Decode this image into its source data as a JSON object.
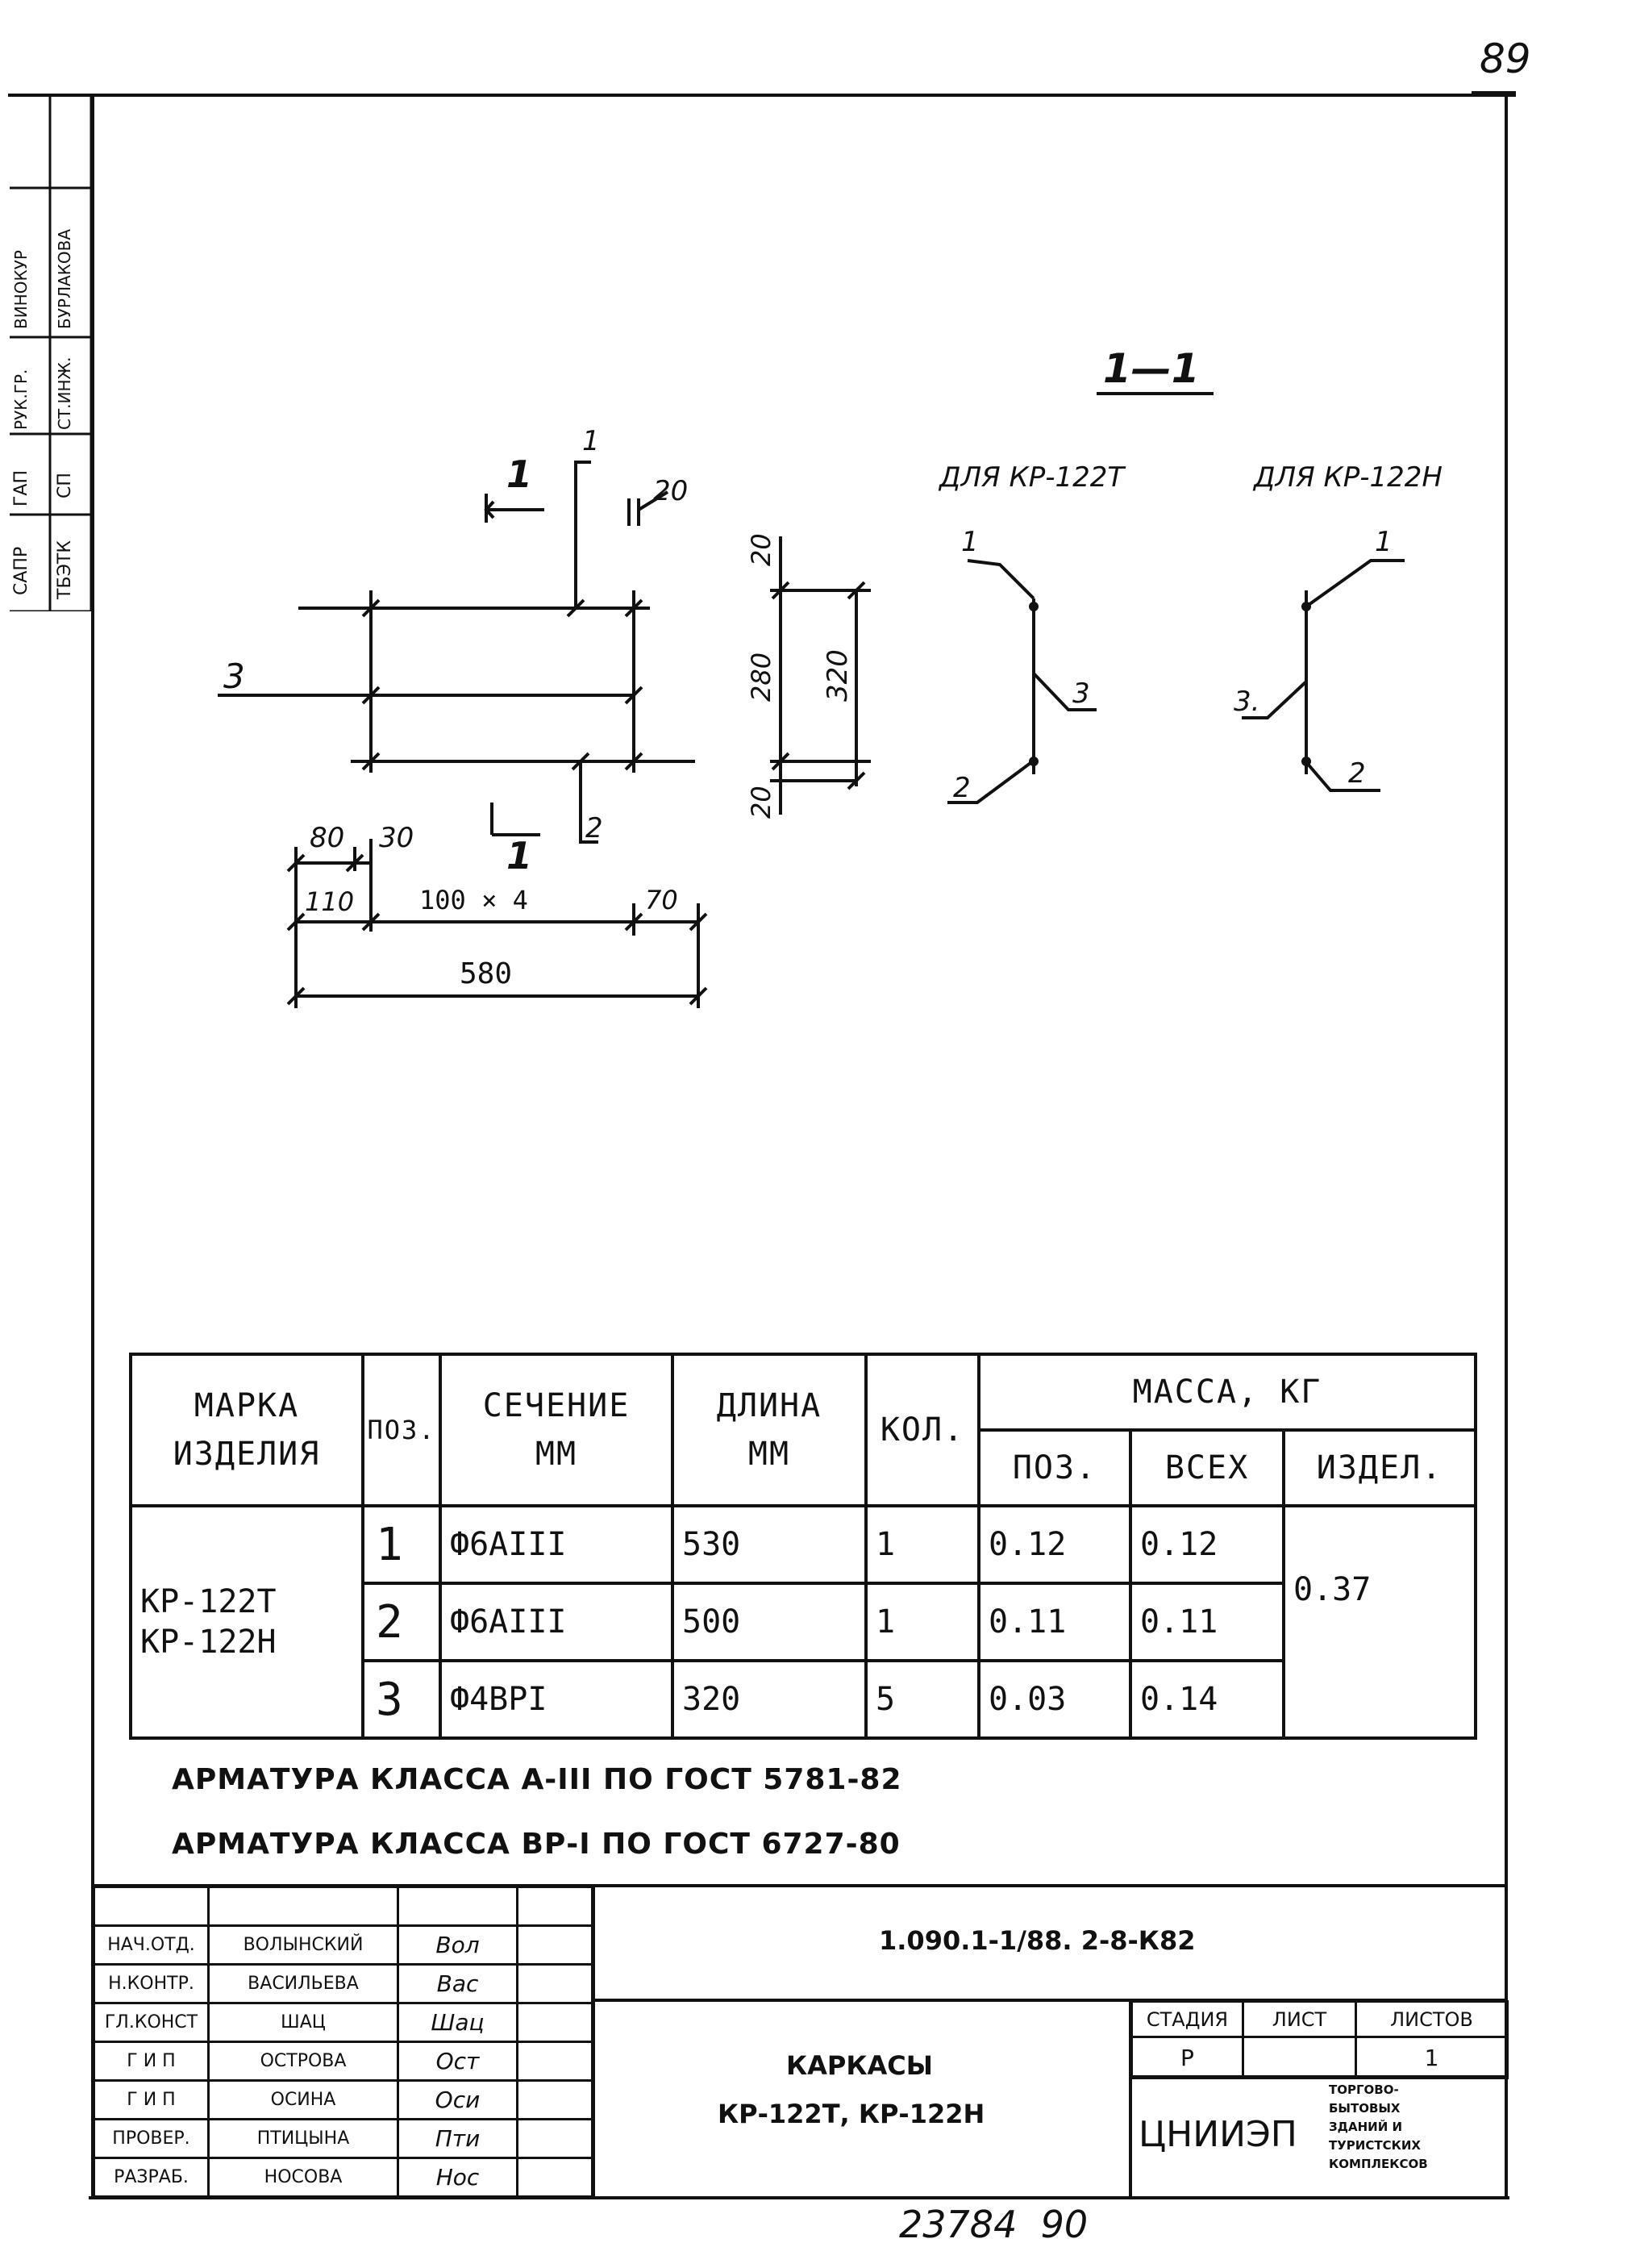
{
  "page_number": "89",
  "side_stamp": {
    "col1": [
      "САПР",
      "ТБЭТК"
    ],
    "col1b": [
      "ГАП",
      "СП"
    ],
    "col1c": [
      "РУК.ГР.",
      "СТ.ИНЖ."
    ],
    "col1d": [
      "ВИНОКУР",
      "БУРЛАКОВА"
    ]
  },
  "section_title": "1—1",
  "plan": {
    "label_3": "3",
    "label_1": "1",
    "label_2": "2",
    "cut_mark_top": "1",
    "cut_mark_bottom": "1",
    "dim_20_top": "20",
    "dim_80": "80",
    "dim_30": "30",
    "dim_110": "110",
    "dim_100x4": "100 × 4",
    "dim_70": "70",
    "dim_580": "580"
  },
  "elevation": {
    "dim_20_top": "20",
    "dim_280": "280",
    "dim_320": "320",
    "dim_20_bottom": "20"
  },
  "variants": [
    {
      "title": "ДЛЯ КР-122Т",
      "labels": [
        "1",
        "3",
        "2"
      ]
    },
    {
      "title": "ДЛЯ КР-122Н",
      "labels": [
        "1",
        "3.",
        "2"
      ]
    }
  ],
  "table": {
    "headers": {
      "mark": "МАРКА ИЗДЕЛИЯ",
      "mark_l1": "МАРКА",
      "mark_l2": "ИЗДЕЛИЯ",
      "pos": "ПОЗ.",
      "section_l1": "СЕЧЕНИЕ",
      "section_l2": "ММ",
      "length_l1": "ДЛИНА",
      "length_l2": "ММ",
      "qty": "КОЛ.",
      "mass": "МАССА, КГ",
      "mass_pos": "ПОЗ.",
      "mass_all": "ВСЕХ",
      "mass_item": "ИЗДЕЛ."
    },
    "mark_l1": "КР-122Т",
    "mark_l2": "КР-122Н",
    "item_mass": "0.37",
    "rows": [
      {
        "pos": "1",
        "section": "Ф6АIII",
        "length": "530",
        "qty": "1",
        "mass_pos": "0.12",
        "mass_all": "0.12"
      },
      {
        "pos": "2",
        "section": "Ф6АIII",
        "length": "500",
        "qty": "1",
        "mass_pos": "0.11",
        "mass_all": "0.11"
      },
      {
        "pos": "3",
        "section": "Ф4ВРI",
        "length": "320",
        "qty": "5",
        "mass_pos": "0.03",
        "mass_all": "0.14"
      }
    ]
  },
  "notes": [
    "АРМАТУРА КЛАССА А-III ПО ГОСТ 5781-82",
    "АРМАТУРА КЛАССА ВР-I ПО ГОСТ 6727-80"
  ],
  "title_block": {
    "doc_code": "1.090.1-1/88. 2-8-К82",
    "title_l1": "КАРКАСЫ",
    "title_l2": "КР-122Т, КР-122Н",
    "stage_label": "СТАДИЯ",
    "sheet_label": "ЛИСТ",
    "sheets_label": "ЛИСТОВ",
    "stage": "Р",
    "sheet": "",
    "sheets": "1",
    "org": "ЦНИИЭП",
    "org_desc": [
      "ТОРГОВО-",
      "БЫТОВЫХ",
      "ЗДАНИЙ И",
      "ТУРИСТСКИХ",
      "КОМПЛЕКСОВ"
    ],
    "staff": [
      {
        "role": "НАЧ.ОТД.",
        "name": "ВОЛЫНСКИЙ",
        "sig": "Вол"
      },
      {
        "role": "Н.КОНТР.",
        "name": "ВАСИЛЬЕВА",
        "sig": "Вас"
      },
      {
        "role": "ГЛ.КОНСТ",
        "name": "ШАЦ",
        "sig": "Шац"
      },
      {
        "role": "Г И П",
        "name": "ОСТРОВА",
        "sig": "Ост"
      },
      {
        "role": "Г И П",
        "name": "ОСИНА",
        "sig": "Оси"
      },
      {
        "role": "ПРОВЕР.",
        "name": "ПТИЦЫНА",
        "sig": "Пти"
      },
      {
        "role": "РАЗРАБ.",
        "name": "НОСОВА",
        "sig": "Нос"
      }
    ]
  },
  "archive_number": "23784  90"
}
